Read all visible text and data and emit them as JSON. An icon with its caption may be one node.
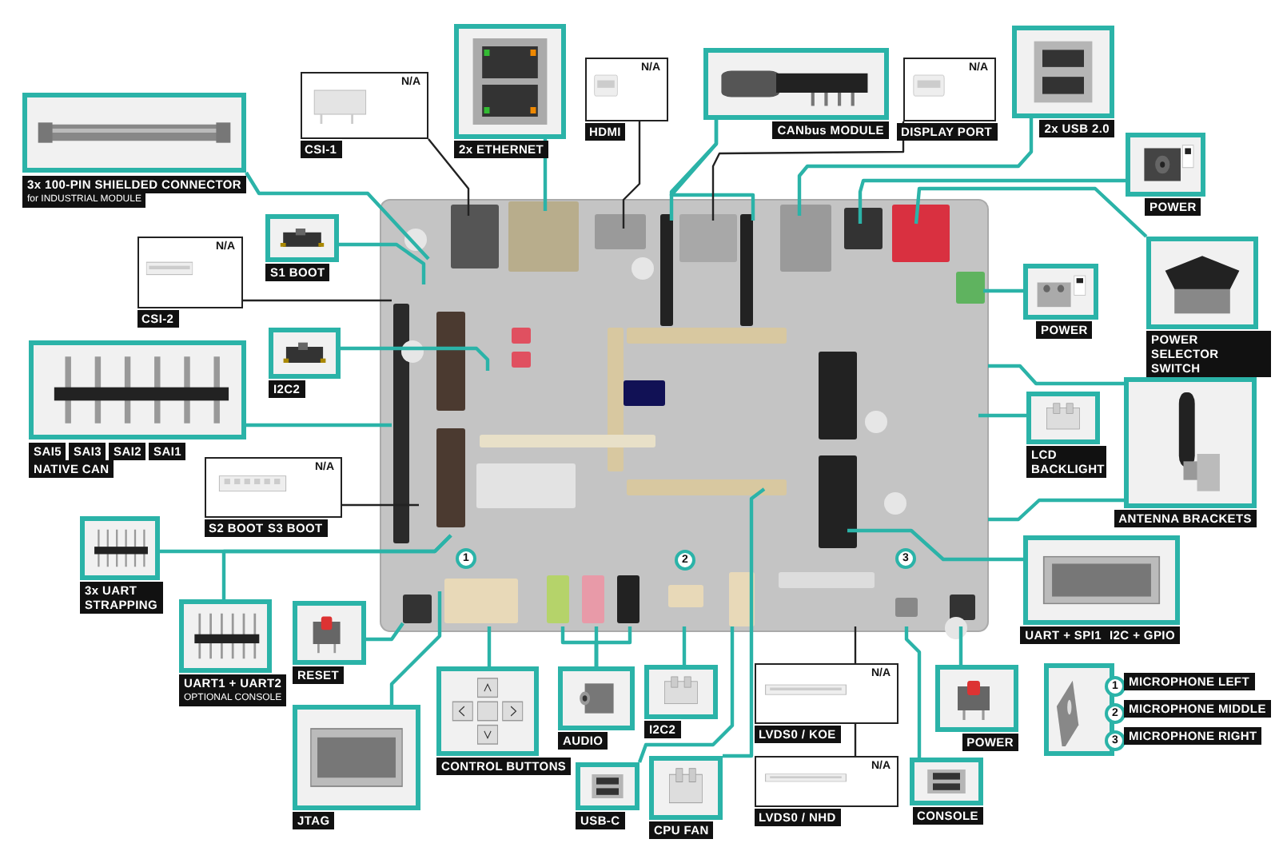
{
  "diagram": {
    "nodes": [
      {
        "text": [
          "3x 100-PIN SHIELDED CONNECTOR",
          "for INDUSTRIAL MODULE"
        ]
      },
      {
        "text": [
          "N/A",
          "CSI-1"
        ]
      },
      {
        "text": [
          "2x ETHERNET"
        ]
      },
      {
        "text": [
          "N/A",
          "HDMI"
        ]
      },
      {
        "text": [
          "CANbus MODULE"
        ]
      },
      {
        "text": [
          "N/A",
          "DISPLAY PORT"
        ]
      },
      {
        "text": [
          "2x USB 2.0"
        ]
      },
      {
        "text": [
          "POWER"
        ]
      },
      {
        "text": [
          "POWER SELECTOR SWITCH"
        ]
      },
      {
        "text": [
          "S1 BOOT"
        ]
      },
      {
        "text": [
          "N/A",
          "CSI-2"
        ]
      },
      {
        "text": [
          "I2C2"
        ]
      },
      {
        "text": [
          "SAI5",
          "SAI3",
          "SAI2",
          "SAI1",
          "NATIVE CAN"
        ]
      },
      {
        "text": [
          "POWER"
        ]
      },
      {
        "text": [
          "LCD BACKLIGHT"
        ]
      },
      {
        "text": [
          "ANTENNA BRACKETS"
        ]
      },
      {
        "text": [
          "N/A",
          "S2 BOOT",
          "S3 BOOT"
        ]
      },
      {
        "text": [
          "3x UART STRAPPING"
        ]
      },
      {
        "text": [
          "UART1 + UART2",
          "OPTIONAL CONSOLE"
        ]
      },
      {
        "text": [
          "RESET"
        ]
      },
      {
        "text": [
          "JTAG"
        ]
      },
      {
        "text": [
          "CONTROL BUTTONS"
        ]
      },
      {
        "text": [
          "AUDIO"
        ]
      },
      {
        "text": [
          "USB-C"
        ]
      },
      {
        "text": [
          "I2C2"
        ]
      },
      {
        "text": [
          "CPU FAN"
        ]
      },
      {
        "text": [
          "N/A",
          "LVDS0 / KOE"
        ]
      },
      {
        "text": [
          "N/A",
          "LVDS0 / NHD"
        ]
      },
      {
        "text": [
          "CONSOLE"
        ]
      },
      {
        "text": [
          "POWER"
        ]
      },
      {
        "text": [
          "UART + SPI1",
          "I2C + GPIO"
        ]
      },
      {
        "text": [
          "1",
          "MICROPHONE LEFT",
          "2",
          "MICROPHONE MIDDLE",
          "3",
          "MICROPHONE RIGHT"
        ]
      }
    ],
    "edges": [
      {
        "from": 0,
        "to": null,
        "arrow": "none"
      },
      {
        "from": 1,
        "to": null,
        "arrow": "none",
        "color": "#222222"
      },
      {
        "from": 2,
        "to": null,
        "arrow": "none"
      },
      {
        "from": 3,
        "to": null,
        "arrow": "none",
        "color": "#222222"
      },
      {
        "from": 4,
        "to": null,
        "arrow": "none"
      },
      {
        "from": 4,
        "to": null,
        "arrow": "none"
      },
      {
        "from": 5,
        "to": null,
        "arrow": "none",
        "color": "#222222"
      },
      {
        "from": 6,
        "to": null,
        "arrow": "none"
      },
      {
        "from": 7,
        "to": null,
        "arrow": "none"
      },
      {
        "from": 8,
        "to": null,
        "arrow": "none"
      },
      {
        "from": 9,
        "to": null,
        "arrow": "none"
      },
      {
        "from": 10,
        "to": null,
        "arrow": "none",
        "color": "#222222"
      },
      {
        "from": 11,
        "to": null,
        "arrow": "none"
      },
      {
        "from": 12,
        "to": null,
        "arrow": "none"
      },
      {
        "from": 13,
        "to": null,
        "arrow": "none"
      },
      {
        "from": 14,
        "to": null,
        "arrow": "none"
      },
      {
        "from": 15,
        "to": null,
        "arrow": "none"
      },
      {
        "from": 15,
        "to": null,
        "arrow": "none"
      },
      {
        "from": 16,
        "to": null,
        "arrow": "none",
        "color": "#222222"
      },
      {
        "from": 17,
        "to": null,
        "arrow": "none"
      },
      {
        "from": 18,
        "to": null,
        "arrow": "none"
      },
      {
        "from": 19,
        "to": null,
        "arrow": "none"
      },
      {
        "from": 20,
        "to": null,
        "arrow": "none"
      },
      {
        "from": 21,
        "to": null,
        "arrow": "none"
      },
      {
        "from": 22,
        "to": null,
        "arrow": "none"
      },
      {
        "from": 22,
        "to": null,
        "arrow": "none"
      },
      {
        "from": 22,
        "to": null,
        "arrow": "none"
      },
      {
        "from": 23,
        "to": null,
        "arrow": "none"
      },
      {
        "from": 24,
        "to": null,
        "arrow": "none"
      },
      {
        "from": 25,
        "to": null,
        "arrow": "none"
      },
      {
        "from": 26,
        "to": null,
        "arrow": "none",
        "color": "#222222"
      },
      {
        "from": 26,
        "to": 27,
        "arrow": "none",
        "color": "#222222"
      },
      {
        "from": 28,
        "to": null,
        "arrow": "none"
      },
      {
        "from": 29,
        "to": null,
        "arrow": "none"
      },
      {
        "from": 30,
        "to": null,
        "arrow": "none"
      }
    ],
    "labels": [
      "1",
      "2",
      "3"
    ]
  }
}
